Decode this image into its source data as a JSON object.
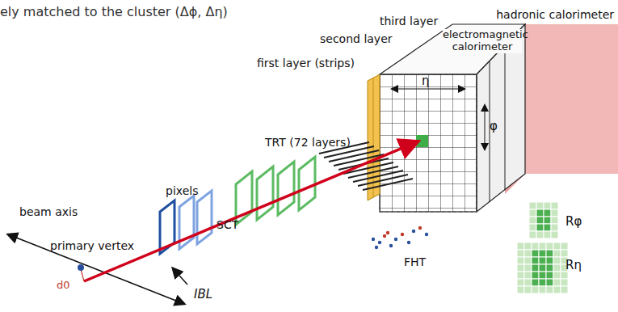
{
  "diagram": {
    "labels": [
      "ely matched to the cluster (Δϕ, Δη)",
      "hadronic calorimeter",
      "third layer",
      "second layer",
      "electromagnetic calorimeter",
      "first layer (strips)",
      "η",
      "φ",
      "TRT (72 layers)",
      "SCT",
      "pixels",
      "beam axis",
      "primary vertex",
      "d0",
      "IBL",
      "FHT",
      "Rφ",
      "Rη"
    ]
  }
}
